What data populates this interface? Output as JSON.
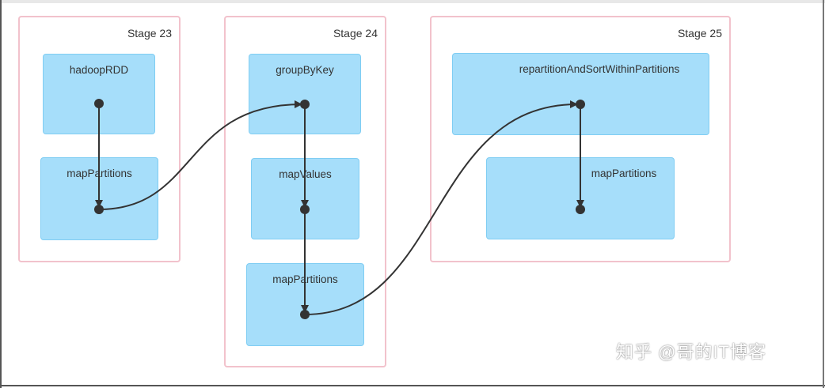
{
  "stages": [
    {
      "title": "Stage 23"
    },
    {
      "title": "Stage 24"
    },
    {
      "title": "Stage 25"
    }
  ],
  "nodes": {
    "s23_hadoop": "hadoopRDD",
    "s23_map": "mapPartitions",
    "s24_group": "groupByKey",
    "s24_mapvalues": "mapValues",
    "s24_map": "mapPartitions",
    "s25_repart": "repartitionAndSortWithinPartitions",
    "s25_map": "mapPartitions"
  },
  "watermark": "知乎 @哥的IT博客",
  "colors": {
    "node_fill": "#a6defa",
    "stage_border": "#f2c2cc",
    "edge": "#333333"
  }
}
